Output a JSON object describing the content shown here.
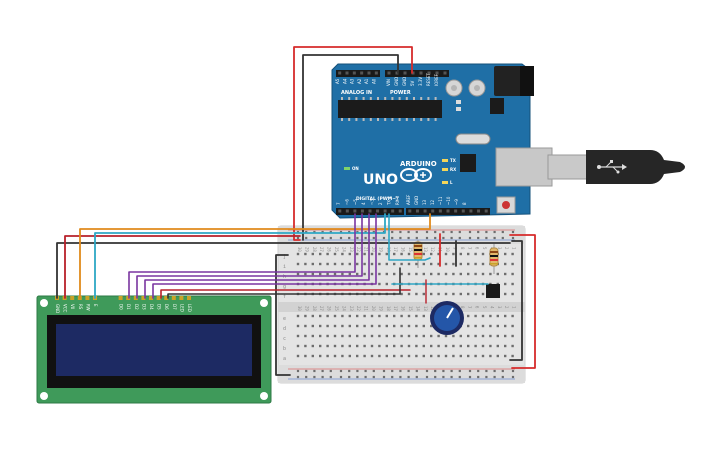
{
  "arduino": {
    "brand": "ARDUINO",
    "model": "UNO",
    "analog_header": "ANALOG IN",
    "power_header": "POWER",
    "digital_header": "DIGITAL (PWM~)",
    "analog_pins": [
      "A5",
      "A4",
      "A3",
      "A2",
      "A1",
      "A0"
    ],
    "power_pins": [
      "VIN",
      "GND",
      "GND",
      "5V",
      "3.3V",
      "RESET",
      "IOREF"
    ],
    "top_digital_pins": [
      "AREF",
      "GND",
      "13",
      "12",
      "~11",
      "~10",
      "~9",
      "8"
    ],
    "bottom_digital_pins": [
      "7",
      "~6",
      "~5",
      "4",
      "~3",
      "2",
      "TX 1",
      "RX 0"
    ],
    "leds": [
      "TX",
      "RX",
      "L"
    ],
    "on_label": "ON",
    "board_color": "#1f6fa6"
  },
  "breadboard": {
    "row_letters_top": [
      "j",
      "i",
      "h",
      "g",
      "f"
    ],
    "row_letters_bottom": [
      "e",
      "d",
      "c",
      "b",
      "a"
    ],
    "column_numbers": [
      "30",
      "29",
      "28",
      "27",
      "26",
      "25",
      "24",
      "23",
      "22",
      "21",
      "20",
      "19",
      "18",
      "17",
      "16",
      "15",
      "14",
      "13",
      "12",
      "11",
      "10",
      "9",
      "8",
      "7",
      "6",
      "5",
      "4",
      "3",
      "2",
      "1"
    ]
  },
  "lcd": {
    "pin_labels": [
      "GND",
      "VCC",
      "V0",
      "RS",
      "RW",
      "E",
      "D0",
      "D1",
      "D2",
      "D3",
      "D4",
      "D5",
      "D6",
      "D7",
      "LED",
      "LED"
    ],
    "pcb_color": "#3f9a5a",
    "screen_color": "#1d2a63"
  },
  "wire_colors": {
    "red": "#d62b2b",
    "black": "#333333",
    "orange": "#e08a1c",
    "cyan": "#2ea7c5",
    "purple": "#7a35a0",
    "dark_red": "#b8202a"
  }
}
